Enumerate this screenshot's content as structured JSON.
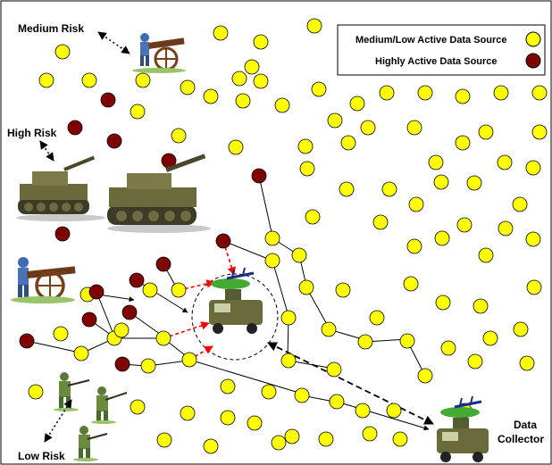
{
  "labels": {
    "medium_risk": "Medium Risk",
    "high_risk": "High Risk",
    "low_risk": "Low Risk",
    "data_collector_line1": "Data",
    "data_collector_line2": "Collector"
  },
  "legend": {
    "medium_low": "Medium/Low Active Data Source",
    "highly_active": "Highly Active Data Source"
  },
  "colors": {
    "medium_low_node": "#ffff00",
    "highly_active_node": "#800000",
    "flow_line": "#000000",
    "collector_link": "#ff0000"
  },
  "icons": [
    "cannon-soldier-icon",
    "tank-icon",
    "soldier-icon",
    "armored-vehicle-icon",
    "satellite-dish-icon"
  ]
}
